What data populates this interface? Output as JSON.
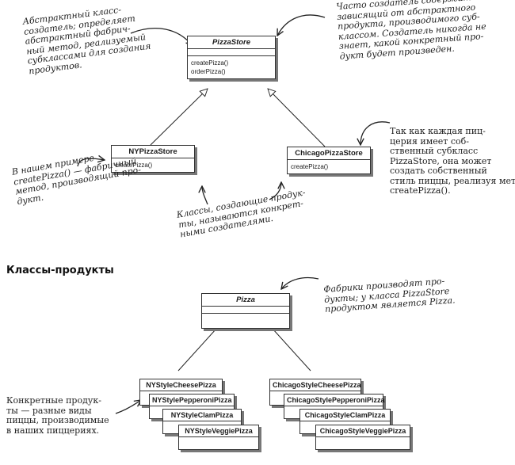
{
  "creators": {
    "pizza_store": {
      "name": "PizzaStore",
      "ops": [
        "createPizza()",
        "orderPizza()"
      ]
    },
    "ny_store": {
      "name": "NYPizzaStore",
      "ops": [
        "createPizza()"
      ]
    },
    "chicago_store": {
      "name": "ChicagoPizzaStore",
      "ops": [
        "createPizza()"
      ]
    }
  },
  "products_heading": "Классы-продукты",
  "pizza": {
    "name": "Pizza"
  },
  "ny_products": [
    "NYStyleCheesePizza",
    "NYStylePepperoniPizza",
    "NYStyleClamPizza",
    "NYStyleVeggiePizza"
  ],
  "chicago_products": [
    "ChicagoStyleCheesePizza",
    "ChicagoStylePepperoniPizza",
    "ChicagoStyleClamPizza",
    "ChicagoStyleVeggiePizza"
  ],
  "notes": {
    "abstract_creator": "Абстрактный класс-\nсоздатель; определяет\nабстрактный фабрич-\nный метод, реализуемый\nсубклассами для создания\nпродуктов.",
    "creator_code": "Часто создатель содержит код,\nзависящий от абстрактного\nпродукта, производимого суб-\nклассом. Создатель никогда не\nзнает, какой конкретный про-\nдукт будет произведен.",
    "factory_method": "В нашем примере\ncreatePizza() — фабричный\nметод, производящий про-\nдукт.",
    "concrete_creators": "Классы, создающие продук-\nты, называются конкрет-\nными создателями.",
    "each_store": "Так как каждая пиц-\nцерия имеет соб-\nственный субкласс\nPizzaStore, она может\nсоздать собственный\nстиль пиццы, реализуя метод\ncreatePizza().",
    "factories_produce": "Фабрики производят про-\nдукты; у класса PizzaStore\nпродуктом является Pizza.",
    "concrete_products": "Конкретные продук-\nты — разные виды\nпиццы, производимые\nв наших пиццериях."
  }
}
